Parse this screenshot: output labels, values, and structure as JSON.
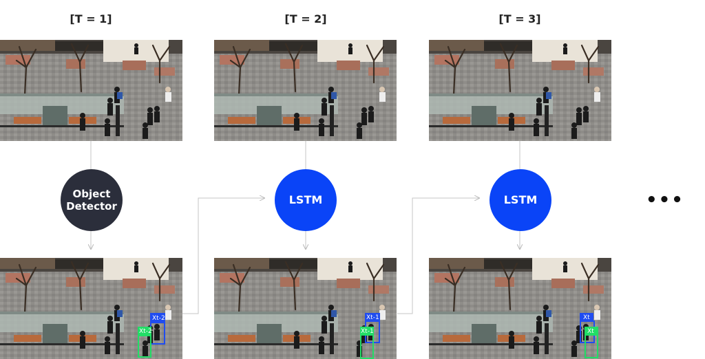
{
  "columns": [
    {
      "title": "[T = 1]",
      "node": "Object\nDetector",
      "node_style": "dark",
      "blue_label": "Xt-2",
      "green_label": "Xt-2"
    },
    {
      "title": "[T = 2]",
      "node": "LSTM",
      "node_style": "blue",
      "blue_label": "Xt-1",
      "green_label": "Xt-1"
    },
    {
      "title": "[T = 3]",
      "node": "LSTM",
      "node_style": "blue",
      "blue_label": "Xt",
      "green_label": "Xt"
    }
  ],
  "ellipsis": "•••",
  "colors": {
    "dark_node": "#2b2e3b",
    "lstm_node": "#0a44f7",
    "box_blue": "#1f4cf0",
    "box_green": "#22dd66"
  }
}
